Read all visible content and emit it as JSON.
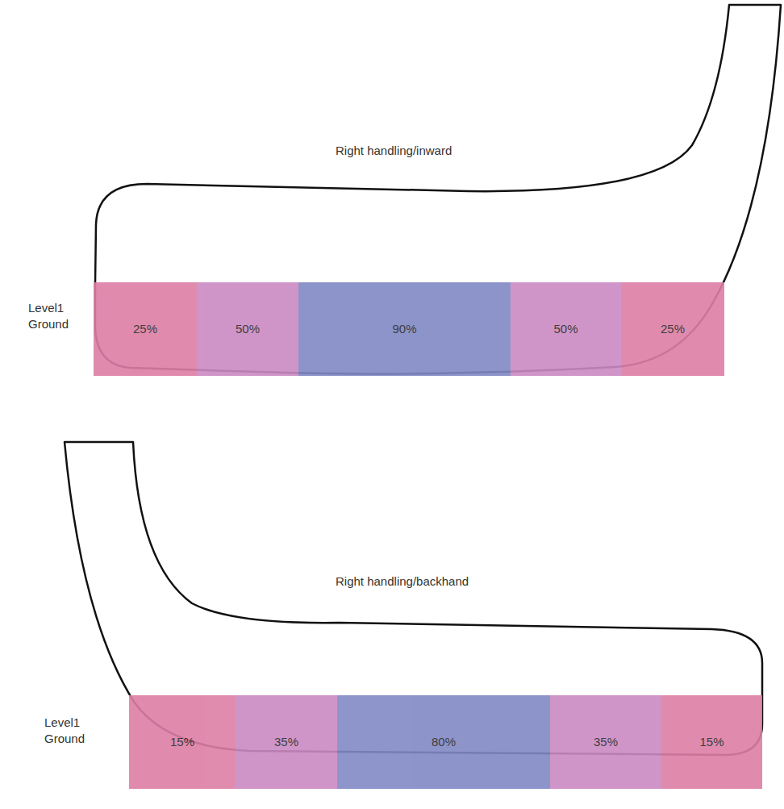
{
  "diagram": {
    "nodes": [
      {
        "text": [
          "Right handling/inward"
        ]
      },
      {
        "text": [
          "25%"
        ]
      },
      {
        "text": [
          "50%"
        ]
      },
      {
        "text": [
          "90%"
        ]
      },
      {
        "text": [
          "50%"
        ]
      },
      {
        "text": [
          "25%"
        ]
      },
      {
        "text": [
          "Right handling/backhand"
        ]
      },
      {
        "text": [
          "15%"
        ]
      },
      {
        "text": [
          "35%"
        ]
      },
      {
        "text": [
          "80%"
        ]
      },
      {
        "text": [
          "35%"
        ]
      },
      {
        "text": [
          "15%"
        ]
      }
    ],
    "labels": [
      "Level1 Ground",
      "Level1 Ground"
    ]
  }
}
